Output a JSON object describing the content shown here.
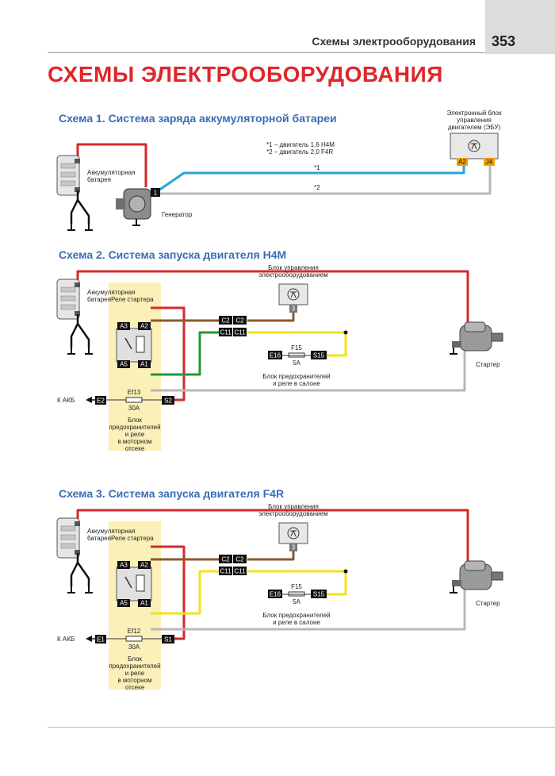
{
  "header": {
    "section_title": "Схемы электрооборудования",
    "page_number": "353"
  },
  "page_title": "СХЕМЫ ЭЛЕКТРООБОРУДОВАНИЯ",
  "schemes": [
    {
      "title": "Схема 1. Система заряда аккумуляторной батареи",
      "battery_label": [
        "Аккумуляторная",
        "батарея"
      ],
      "generator_label": "Генератор",
      "generator_pin": "1",
      "ecu_label": [
        "Электронный блок",
        "управления",
        "двигателем (ЭБУ)"
      ],
      "ecu_pins": [
        "A2",
        "J4"
      ],
      "notes": [
        "*1 – двигатель 1,6 H4M",
        "*2 – двигатель 2,0 F4R"
      ],
      "wire_marks": [
        "*1",
        "*2"
      ]
    },
    {
      "title": "Схема 2. Система запуска двигателя H4M",
      "battery_label": [
        "Аккумуляторная",
        "батарея"
      ],
      "relay_label": "Реле стартера",
      "relay_pins": [
        "A3",
        "A2",
        "A5",
        "A1"
      ],
      "control_unit_label": [
        "Блок управления",
        "электрооборудованием"
      ],
      "control_unit_pin": "3",
      "connectors": [
        "C2",
        "C2",
        "C11",
        "C11"
      ],
      "cabin_fuse": {
        "name": "F15",
        "rating": "5A",
        "left": "E16",
        "right": "S15"
      },
      "cabin_block_label": [
        "Блок предохранителей",
        "и реле в салоне"
      ],
      "starter_label": "Стартер",
      "engine_fuse": {
        "name": "Ef13",
        "rating": "30A",
        "left": "E2",
        "right": "S2"
      },
      "akb_label": "К АКБ",
      "engine_block_label": [
        "Блок",
        "предохранителей",
        "и реле",
        "в моторном",
        "отсеке"
      ]
    },
    {
      "title": "Схема 3. Система запуска двигателя F4R",
      "battery_label": [
        "Аккумуляторная",
        "батарея"
      ],
      "relay_label": "Реле стартера",
      "relay_pins": [
        "A3",
        "A2",
        "A5",
        "A1"
      ],
      "control_unit_label": [
        "Блок управления",
        "электрооборудованием"
      ],
      "control_unit_pin": "3",
      "connectors": [
        "C2",
        "C2",
        "C11",
        "C11"
      ],
      "cabin_fuse": {
        "name": "F15",
        "rating": "5A",
        "left": "E16",
        "right": "S15"
      },
      "cabin_block_label": [
        "Блок предохранителей",
        "и реле в салоне"
      ],
      "starter_label": "Стартер",
      "engine_fuse": {
        "name": "Ef12",
        "rating": "30A",
        "left": "E1",
        "right": "S1"
      },
      "akb_label": "К АКБ",
      "engine_block_label": [
        "Блок",
        "предохранителей",
        "и реле",
        "в моторном",
        "отсеке"
      ]
    }
  ],
  "colors": {
    "title_red": "#e0262b",
    "heading_blue": "#3a6db5",
    "wire_red": "#d42a2a",
    "wire_blue": "#29a3d8",
    "wire_grey": "#b8b8b8",
    "wire_brown": "#8a5a2b",
    "wire_green": "#1f9a3a",
    "wire_yellow": "#f2e21c",
    "block_yellow": "#fbf0b8"
  }
}
